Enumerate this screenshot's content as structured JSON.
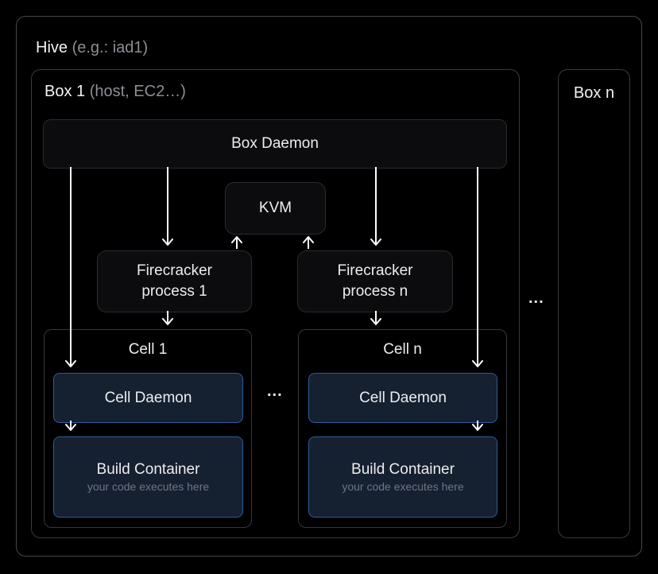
{
  "diagram": {
    "hive": {
      "title": "Hive",
      "subtitle": "(e.g.: iad1)"
    },
    "box1": {
      "title": "Box 1",
      "subtitle": "(host, EC2…)"
    },
    "boxn": {
      "title": "Box n"
    },
    "box_daemon": {
      "label": "Box Daemon"
    },
    "kvm": {
      "label": "KVM"
    },
    "firecracker1": {
      "line1": "Firecracker",
      "line2": "process 1"
    },
    "firecrackern": {
      "line1": "Firecracker",
      "line2": "process n"
    },
    "cell1": {
      "title": "Cell 1",
      "daemon_label": "Cell Daemon",
      "container_label": "Build Container",
      "container_note": "your code executes here"
    },
    "celln": {
      "title": "Cell n",
      "daemon_label": "Cell Daemon",
      "container_label": "Build Container",
      "container_note": "your code executes here"
    },
    "ellipsis_boxes": "...",
    "ellipsis_cells": "...",
    "colors": {
      "background": "#000000",
      "frame_border": "#3a3a41",
      "node_fill": "#0c0c0e",
      "accent_fill": "#152031",
      "accent_border": "#2e5c9e",
      "arrow": "#ffffff",
      "text_primary": "#f2f2f3",
      "text_secondary": "#8b8e94"
    }
  }
}
